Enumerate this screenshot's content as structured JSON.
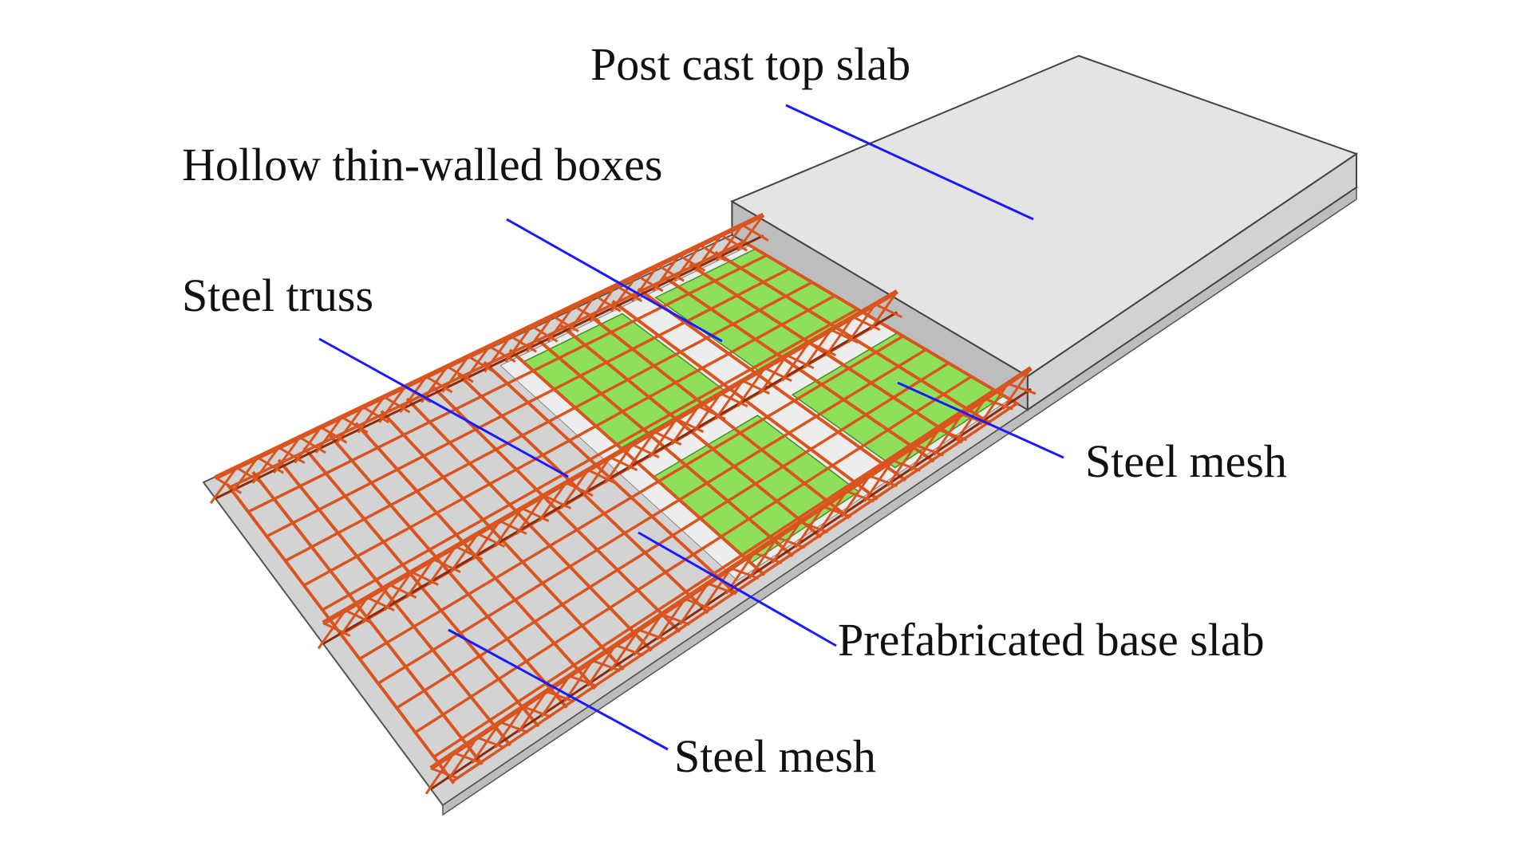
{
  "labels": {
    "top_slab": "Post cast top slab",
    "hollow_boxes": "Hollow thin-walled boxes",
    "steel_truss": "Steel truss",
    "steel_mesh_upper": "Steel mesh",
    "base_slab": "Prefabricated base slab",
    "steel_mesh_lower": "Steel mesh"
  },
  "colors": {
    "leader_line": "#1a1aff",
    "rebar": "#d9541e",
    "rebar_dark": "#8a2c0c",
    "box_green": "#8ee05a",
    "slab_top": "#e4e4e4",
    "slab_front": "#d2d2d2",
    "slab_side": "#bdbdbd",
    "base_slab": "#d3d3d3",
    "gap_strip": "#ededed"
  }
}
